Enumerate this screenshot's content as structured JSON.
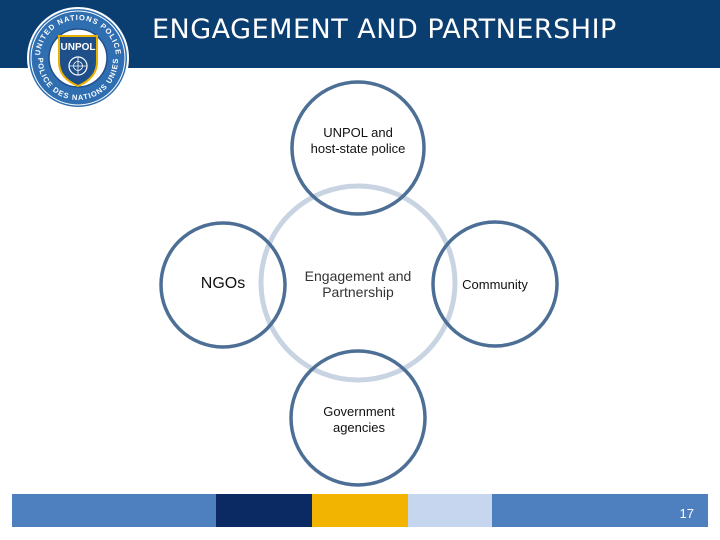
{
  "header": {
    "title": "ENGAGEMENT AND PARTNERSHIP",
    "logo_text": "UNPOL",
    "logo_ring_text_top": "UNITED NATIONS POLICE",
    "logo_ring_text_bottom": "POLICE DES NATIONS UNIES"
  },
  "diagram": {
    "center": "Engagement and Partnership",
    "top": "UNPOL and host-state police",
    "left": "NGOs",
    "right": "Community",
    "bottom": "Government agencies"
  },
  "footer": {
    "page_number": "17"
  },
  "colors": {
    "header_bg": "#0b3e70",
    "circle_stroke": "#4d6f95",
    "center_stroke": "#c9d4e3",
    "footer_blue": "#4e7fbf",
    "footer_navy": "#0b2a64",
    "footer_gold": "#f2b400",
    "footer_light": "#c7d6ef"
  }
}
